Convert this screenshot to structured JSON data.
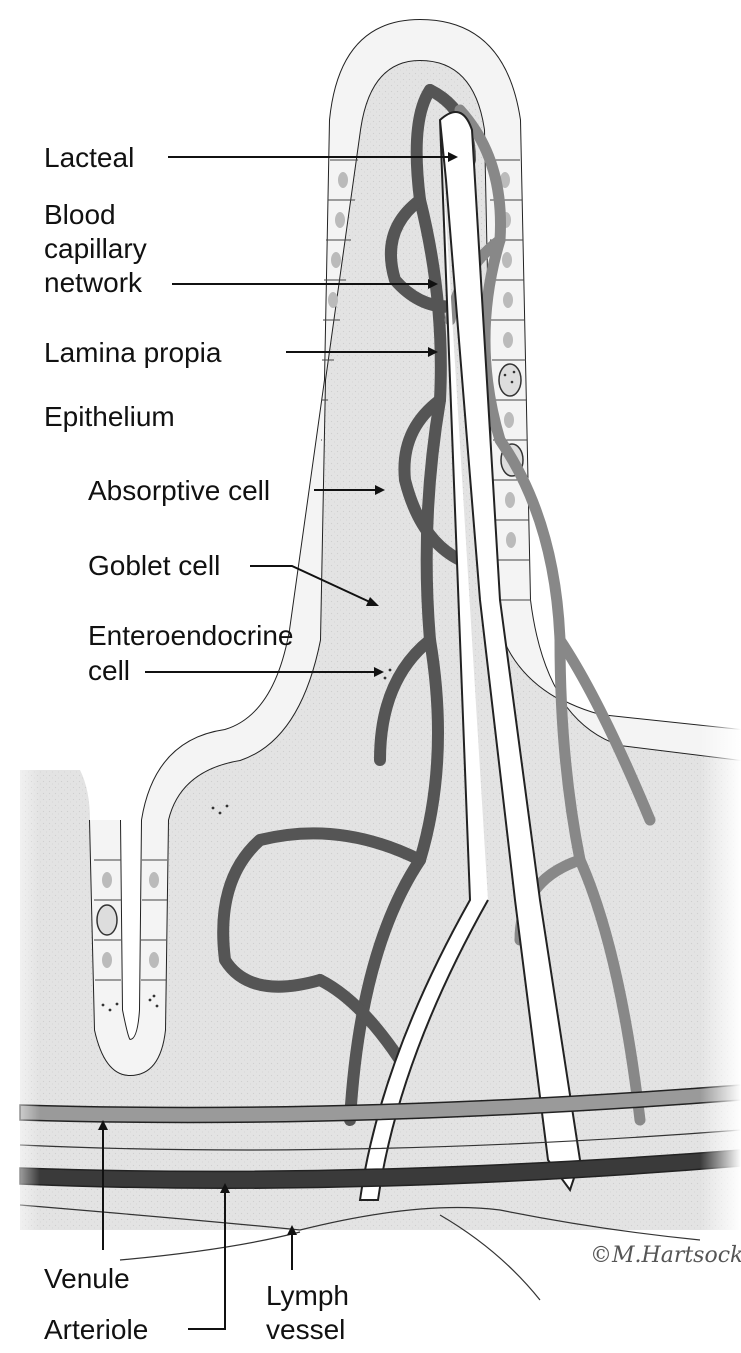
{
  "labels": {
    "lacteal": "Lacteal",
    "blood_1": "Blood",
    "blood_2": "capillary",
    "blood_3": "network",
    "lamina": "Lamina propia",
    "epithelium": "Epithelium",
    "absorptive": "Absorptive cell",
    "goblet": "Goblet cell",
    "entero_1": "Enteroendocrine",
    "entero_2": "cell",
    "venule": "Venule",
    "arteriole": "Arteriole",
    "lymph_1": "Lymph",
    "lymph_2": "vessel"
  },
  "signature": "©M.Hartsock"
}
